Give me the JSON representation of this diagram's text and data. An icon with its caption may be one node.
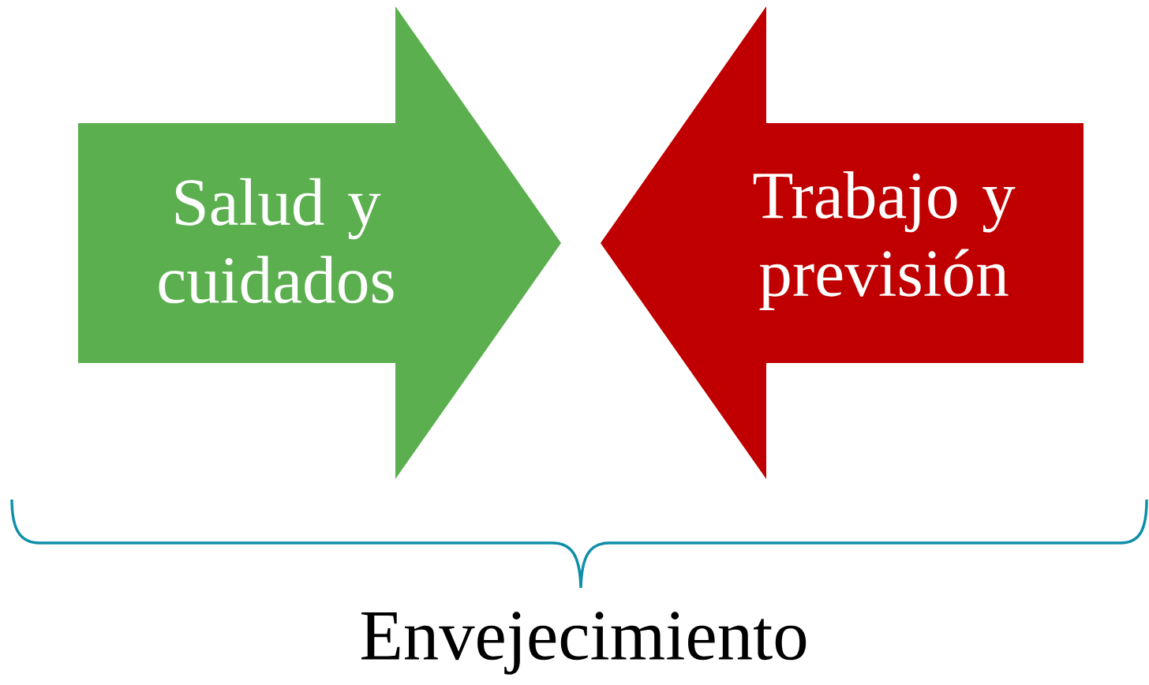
{
  "diagram": {
    "nodes": [
      {
        "text": [
          "Salud y cuidados"
        ]
      },
      {
        "text": [
          "Trabajo y previsión"
        ]
      }
    ],
    "labels": [
      "Envejecimiento"
    ]
  }
}
